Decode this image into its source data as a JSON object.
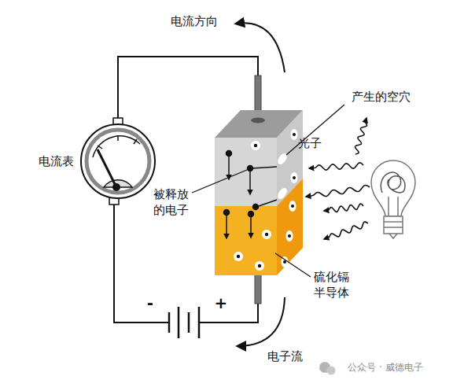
{
  "diagram": {
    "labels": [
      "电流方向",
      "产生的空穴",
      "光子",
      "电流表",
      "被释放的电子",
      "硫化镉半导体",
      "-",
      "+",
      "电子流",
      "公众号 · 威德电子"
    ]
  }
}
